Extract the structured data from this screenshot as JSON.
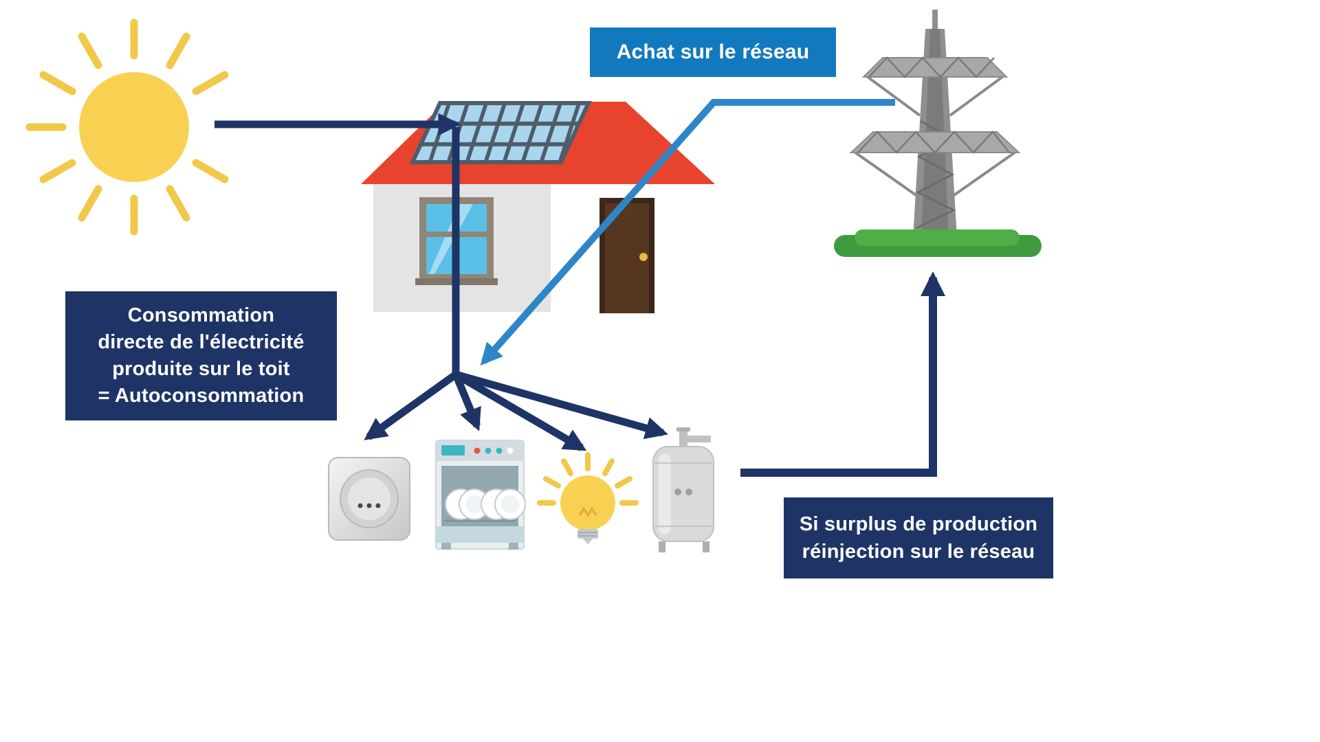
{
  "labels": {
    "grid_purchase": "Achat sur le réseau",
    "self_consumption": "Consommation\ndirecte de l'électricité\nproduite sur le toit\n= Autoconsommation",
    "surplus": "Si surplus de production\nréinjection sur le réseau"
  },
  "colors": {
    "navy": "#1F3466",
    "blue": "#1379BE",
    "arrow_blue": "#2E86C8",
    "sun_yellow": "#F9D152",
    "ray_yellow": "#F2C84B",
    "roof_red": "#E8432D",
    "grass_green": "#3F9C3E",
    "grass_green_light": "#4FAE46",
    "panel_cell_blue": "#A9D6EE",
    "panel_frame": "#4E5D6A"
  },
  "icons": {
    "sun": "sun-icon",
    "house": "house-icon",
    "solar_panel": "solar-panel-icon",
    "window": "window-icon",
    "door": "door-icon",
    "pylon": "electricity-pylon-icon",
    "grass": "grass-icon",
    "outlet": "power-outlet-icon",
    "dishwasher": "dishwasher-icon",
    "bulb": "light-bulb-icon",
    "water_heater": "water-heater-icon"
  },
  "flows": [
    {
      "name": "production-solaire",
      "color": "#1F3466",
      "from": "sun",
      "to": "solar-panel"
    },
    {
      "name": "autoconsommation",
      "color": "#1F3466",
      "from": "solar-panel",
      "to": "appliances"
    },
    {
      "name": "achat-reseau",
      "color": "#2E86C8",
      "from": "pylon",
      "to": "appliances"
    },
    {
      "name": "surplus-reinjection",
      "color": "#1F3466",
      "from": "water-heater",
      "to": "pylon"
    }
  ]
}
